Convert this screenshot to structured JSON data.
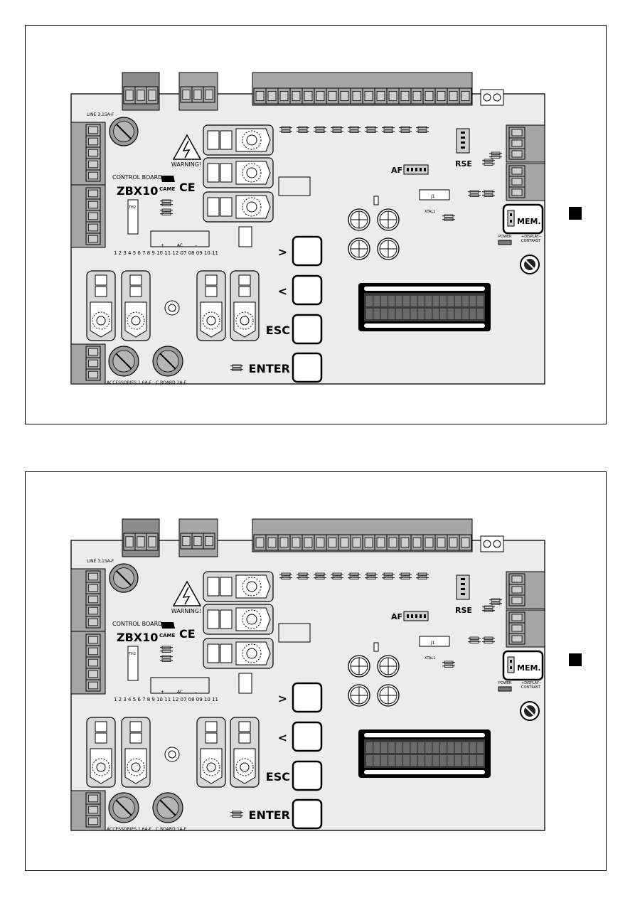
{
  "colors": {
    "board": "#ececec",
    "connector": "#a6a6a6",
    "fuse": "#9a9a9a",
    "line": "#000000",
    "callout": "#000000"
  },
  "icons": [
    "warning-triangle-icon",
    "came-logo",
    "ce-mark-icon",
    "trimmer-icon",
    "fuse-icon",
    "lcd-display",
    "callout-marker"
  ],
  "boards": [
    {
      "model": "ZBX10",
      "control_board_label": "CONTROL BOARD",
      "warning_label": "WARNING!",
      "brand_logo": "CAME",
      "ce_mark": "CE",
      "line_fuse_label": "LINE 3,15A-F",
      "accessories_fuse_label": "ACCESSORIES 1,6A-F",
      "cboard_fuse_label": "C.BOARD 1A-F",
      "th2_label": "TH2",
      "ac_label": "AC",
      "plus_label": "+",
      "minus_label": "–",
      "terminal_numbers": "1 2 3 4 5 6 7 8 9 10 11 12   07 08 09 10 11",
      "af_label": "AF",
      "rse_label": "RSE",
      "j1_label": "J1",
      "xtal_label": "XTAL1",
      "power_label": "POWER",
      "display_contrast_label": "+DISPLAY−\nCONTRAST",
      "mem_label": "MEM.",
      "btn_next": ">",
      "btn_prev": "<",
      "btn_esc": "ESC",
      "btn_enter": "ENTER",
      "mem_highlighted": true
    },
    {
      "model": "ZBX10",
      "control_board_label": "CONTROL BOARD",
      "warning_label": "WARNING!",
      "brand_logo": "CAME",
      "ce_mark": "CE",
      "line_fuse_label": "LINE 3,15A-F",
      "accessories_fuse_label": "ACCESSORIES 1,6A-F",
      "cboard_fuse_label": "C.BOARD 1A-F",
      "th2_label": "TH2",
      "ac_label": "AC",
      "plus_label": "+",
      "minus_label": "–",
      "terminal_numbers": "1 2 3 4 5 6 7 8 9 10 11 12   07 08 09 10 11",
      "af_label": "AF",
      "rse_label": "RSE",
      "j1_label": "J1",
      "xtal_label": "XTAL1",
      "power_label": "POWER",
      "display_contrast_label": "+DISPLAY−\nCONTRAST",
      "mem_label": "MEM.",
      "btn_next": ">",
      "btn_prev": "<",
      "btn_esc": "ESC",
      "btn_enter": "ENTER",
      "mem_highlighted": true
    }
  ]
}
